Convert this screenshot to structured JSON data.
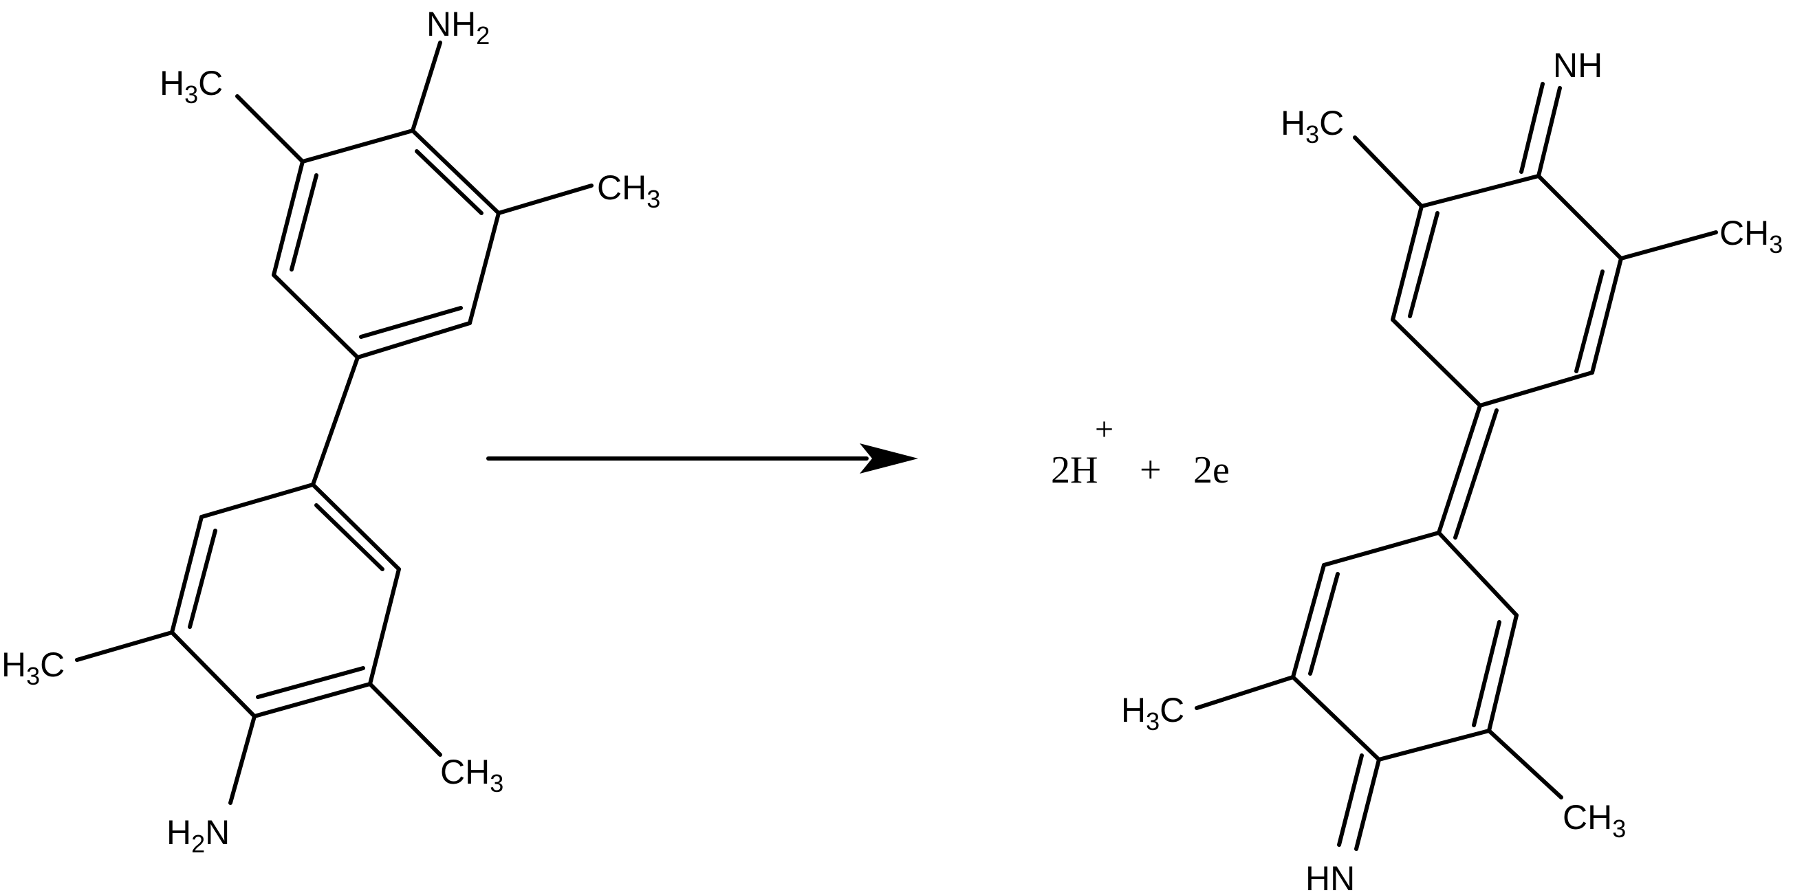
{
  "reactant": {
    "amine_top": {
      "main": "NH",
      "sub": "2"
    },
    "amine_bottom": {
      "main": "H",
      "sub": "2",
      "tail": "N"
    },
    "methyl_top_left": {
      "main": "H",
      "sub": "3",
      "tail": "C"
    },
    "methyl_top_right": {
      "main": "CH",
      "sub": "3"
    },
    "methyl_bottom_left": {
      "main": "H",
      "sub": "3",
      "tail": "C"
    },
    "methyl_bottom_right": {
      "main": "CH",
      "sub": "3"
    }
  },
  "byproducts": {
    "proton_coefficient": "2H",
    "proton_charge": "+",
    "plus_sign": "+",
    "electrons": "2e"
  },
  "product": {
    "imine_top": "NH",
    "imine_bottom": "HN",
    "methyl_top_left": {
      "main": "H",
      "sub": "3",
      "tail": "C"
    },
    "methyl_top_right": {
      "main": "CH",
      "sub": "3"
    },
    "methyl_bottom_left": {
      "main": "H",
      "sub": "3",
      "tail": "C"
    },
    "methyl_bottom_right": {
      "main": "CH",
      "sub": "3"
    }
  }
}
